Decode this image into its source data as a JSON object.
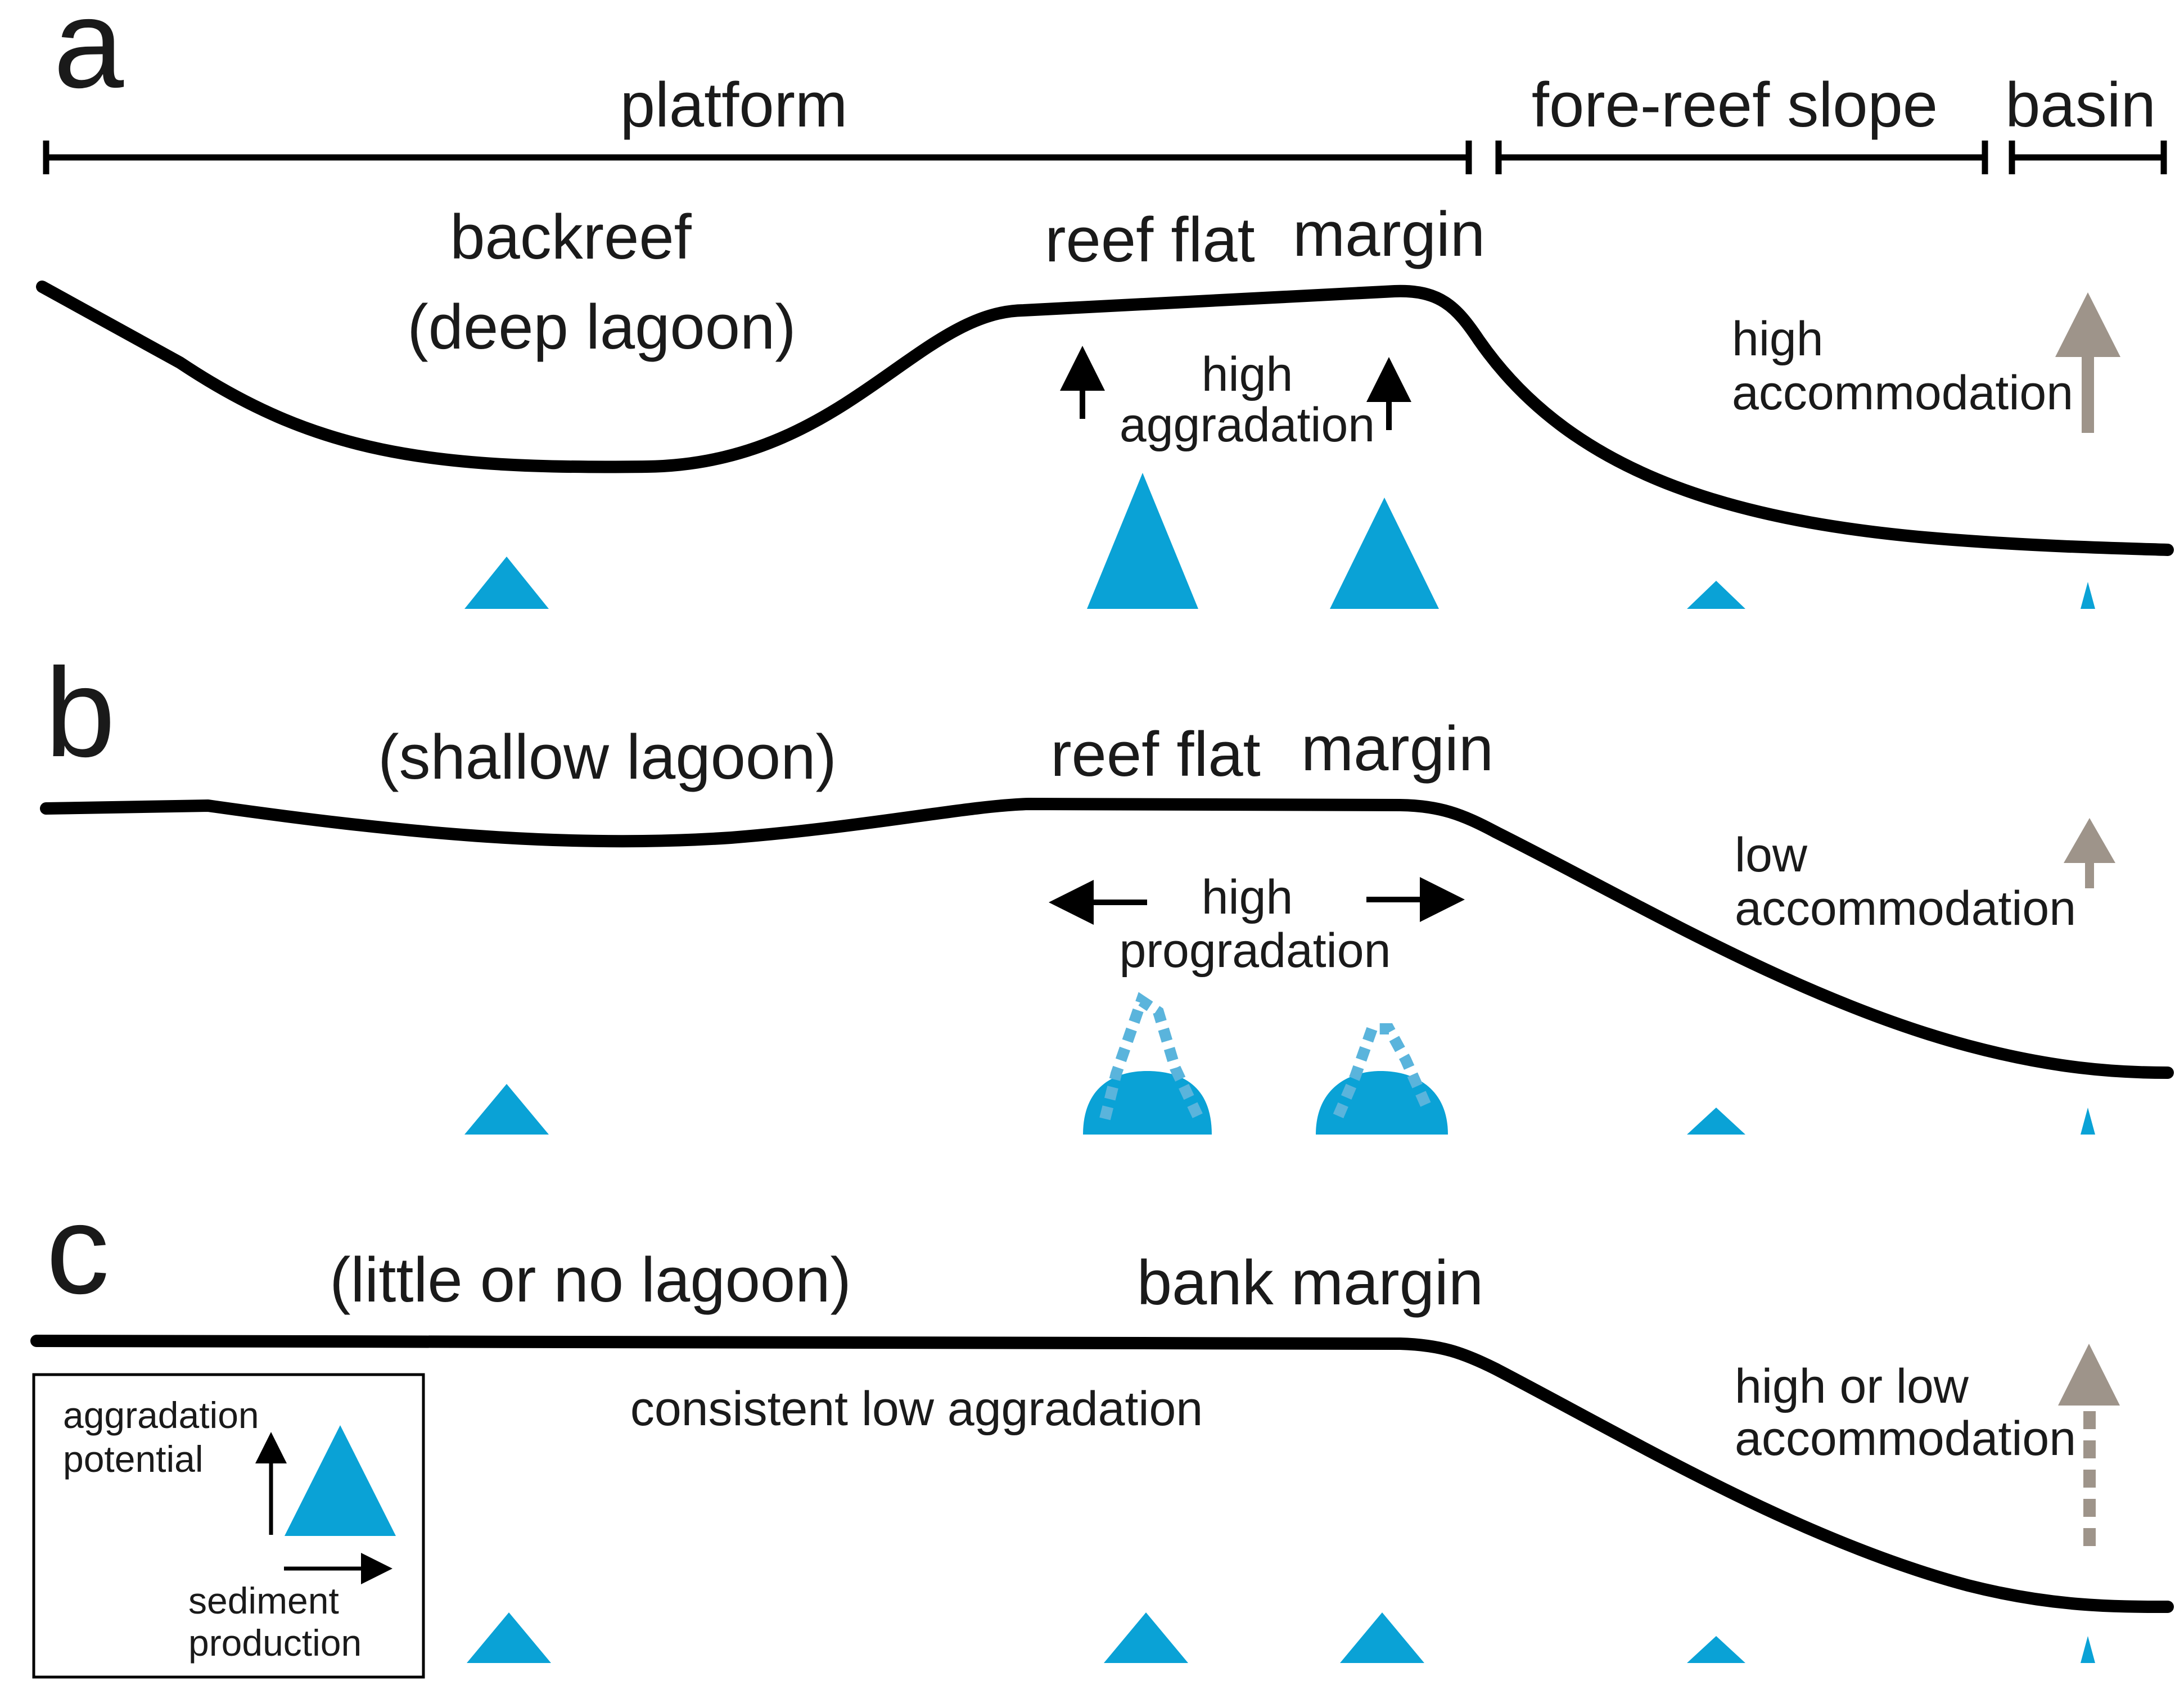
{
  "panels": {
    "a": {
      "letter": "a",
      "zones": {
        "platform": "platform",
        "slope": "fore-reef slope",
        "basin": "basin"
      },
      "backreef": "backreef",
      "lagoon": "(deep lagoon)",
      "reef_flat": "reef flat",
      "margin": "margin",
      "process_line1": "high",
      "process_line2": "aggradation",
      "accommodation_line1": "high",
      "accommodation_line2": "accommodation"
    },
    "b": {
      "letter": "b",
      "lagoon": "(shallow lagoon)",
      "reef_flat": "reef flat",
      "margin": "margin",
      "process_line1": "high",
      "process_line2": "progradation",
      "accommodation_line1": "low",
      "accommodation_line2": "accommodation"
    },
    "c": {
      "letter": "c",
      "lagoon": "(little or no lagoon)",
      "margin": "bank margin",
      "process": "consistent low aggradation",
      "accommodation_line1": "high or low",
      "accommodation_line2": "accommodation"
    }
  },
  "legend": {
    "y_label_line1": "aggradation",
    "y_label_line2": "potential",
    "x_label_line1": "sediment",
    "x_label_line2": "production"
  },
  "colors": {
    "production_marker": "#0aa2d6",
    "accommodation_arrow": "#9e948a",
    "profile": "#000000"
  }
}
